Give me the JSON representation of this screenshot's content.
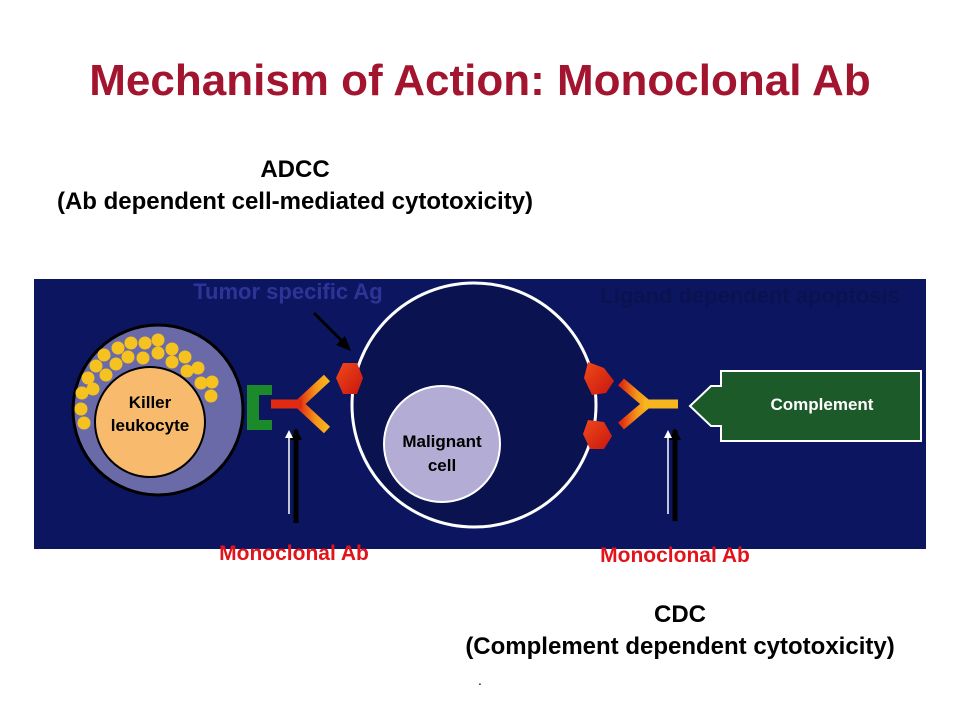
{
  "title": "Mechanism of Action: Monoclonal Ab",
  "adcc": {
    "heading": "ADCC",
    "subheading": "(Ab dependent cell-mediated cytotoxicity)"
  },
  "cdc": {
    "heading": "CDC",
    "subheading": "(Complement dependent cytotoxicity)"
  },
  "footer_dot": ".",
  "diagram": {
    "tumor_ag_label": "Tumor specific Ag",
    "ligand_label": "Ligand dependent apoptosis",
    "killer_label_line1": "Killer",
    "killer_label_line2": "leukocyte",
    "malignant_label_line1": "Malignant",
    "malignant_label_line2": "cell",
    "complement_label": "Complement",
    "mab_left_label": "Monoclonal Ab",
    "mab_right_label": "Monoclonal Ab",
    "colors": {
      "title": "#a3142e",
      "panel_bg": "#0c1660",
      "dark_cell": "#0a1250",
      "killer_outer": "#6a6aa8",
      "killer_inner": "#f8bb6e",
      "granule": "#f6c21f",
      "malignant_nucleus": "#b3acd4",
      "receptor_green": "#1a8a2a",
      "complement_box": "#1c5a2a",
      "antigen_red": "#e8261a",
      "ab_orange": "#f59418",
      "mab_label_red": "#e0141a",
      "faint_label": "#2c3596"
    }
  }
}
